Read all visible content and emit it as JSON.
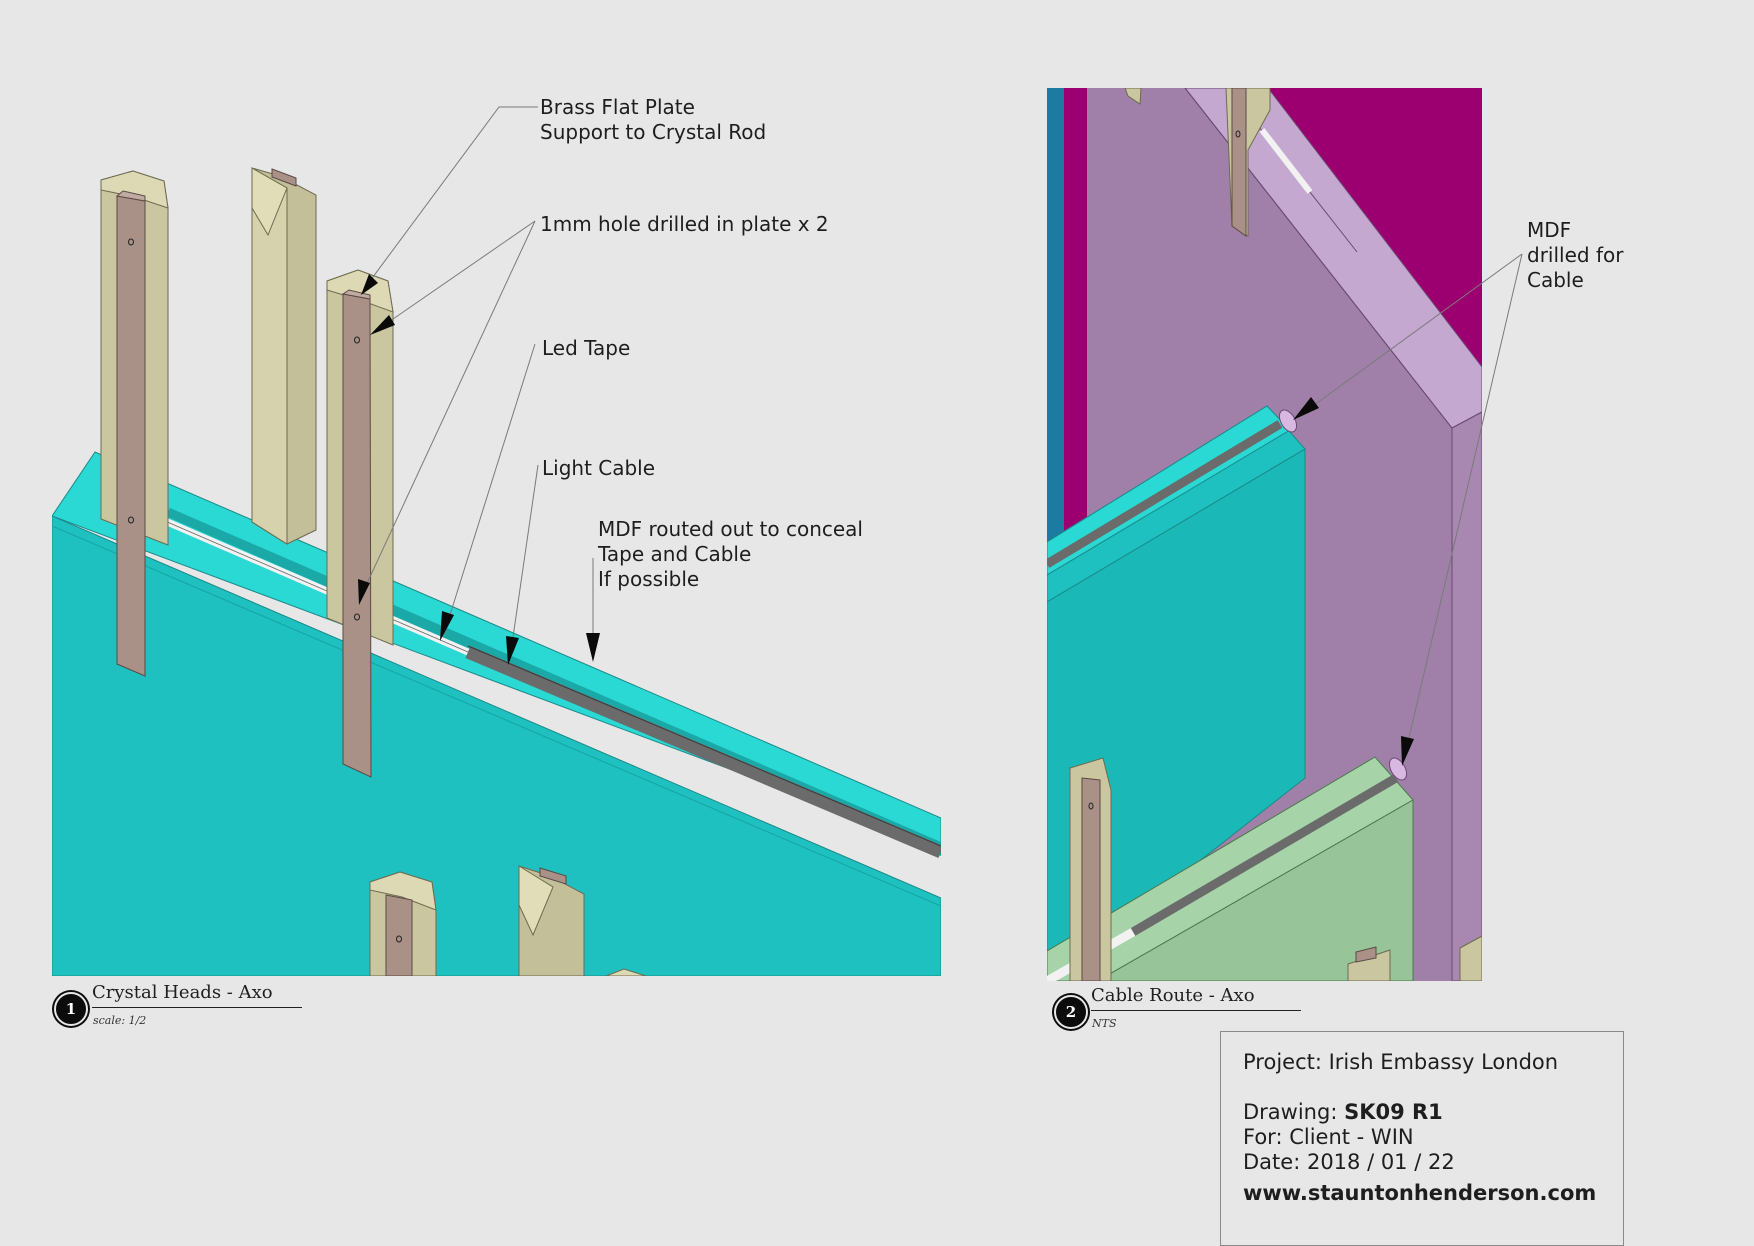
{
  "views": [
    {
      "number": "1",
      "title": "Crystal Heads - Axo",
      "scale": "scale: 1/2",
      "callouts": [
        {
          "lines": [
            "Brass Flat Plate",
            "Support to Crystal Rod"
          ]
        },
        {
          "lines": [
            "1mm hole drilled in plate x 2"
          ]
        },
        {
          "lines": [
            "Led Tape"
          ]
        },
        {
          "lines": [
            "Light Cable"
          ]
        },
        {
          "lines": [
            "MDF routed out to conceal",
            "Tape and Cable",
            "If possible"
          ]
        }
      ]
    },
    {
      "number": "2",
      "title": "Cable Route - Axo",
      "scale": "NTS",
      "callouts": [
        {
          "lines": [
            "MDF",
            "drilled for",
            "Cable"
          ]
        }
      ]
    }
  ],
  "title_block": {
    "project_label": "Project:",
    "project": "Irish Embassy London",
    "drawing_label": "Drawing:",
    "drawing": "SK09 R1",
    "for_label": "For:",
    "for": "Client - WIN",
    "date_label": "Date:",
    "date": "2018 / 01 / 22",
    "website": "www.stauntonhenderson.com"
  },
  "colors": {
    "background": "#e7e7e7",
    "mdf_cyan": "#1ec1c0",
    "mdf_cyan_top": "#2ad8d4",
    "mdf_green": "#98c49a",
    "wall_purple": "#a080a8",
    "wall_magenta": "#9c0070",
    "crystal_beige": "#cac7a0",
    "brass_plate": "#a99188",
    "cable_grey": "#6b6b6b",
    "led_tape_white": "#f2f2f2"
  }
}
